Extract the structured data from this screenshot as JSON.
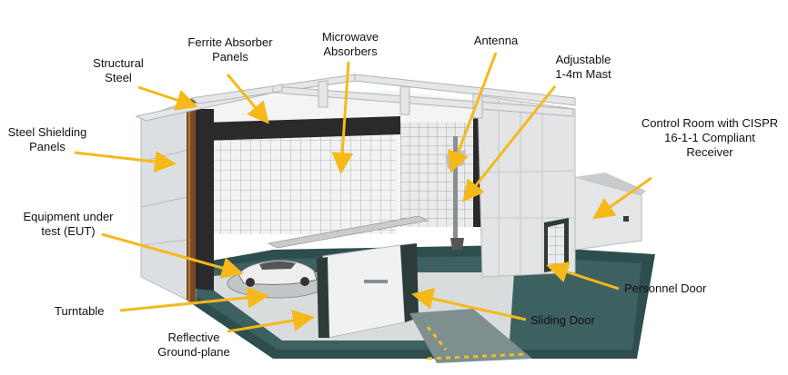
{
  "labels": {
    "structural_steel": [
      "Structural",
      "Steel"
    ],
    "ferrite_absorber": [
      "Ferrite Absorber",
      "Panels"
    ],
    "microwave_absorbers": [
      "Microwave",
      "Absorbers"
    ],
    "antenna": [
      "Antenna"
    ],
    "mast": [
      "Adjustable",
      "1-4m Mast"
    ],
    "control_room": [
      "Control Room with CISPR",
      "16-1-1 Compliant",
      "Receiver"
    ],
    "steel_shielding": [
      "Steel Shielding",
      "Panels"
    ],
    "eut": [
      "Equipment under",
      "test (EUT)"
    ],
    "turntable": [
      "Turntable"
    ],
    "reflective_ground": [
      "Reflective",
      "Ground-plane"
    ],
    "sliding_door": [
      "Sliding Door"
    ],
    "personnel_door": [
      "Personnel Door"
    ]
  },
  "colors": {
    "arrow": "#f5b91a",
    "background": "#ffffff",
    "wall": "#e6e8ea",
    "absorber": "#2a2a2a",
    "floor": "#2e4e4e"
  }
}
